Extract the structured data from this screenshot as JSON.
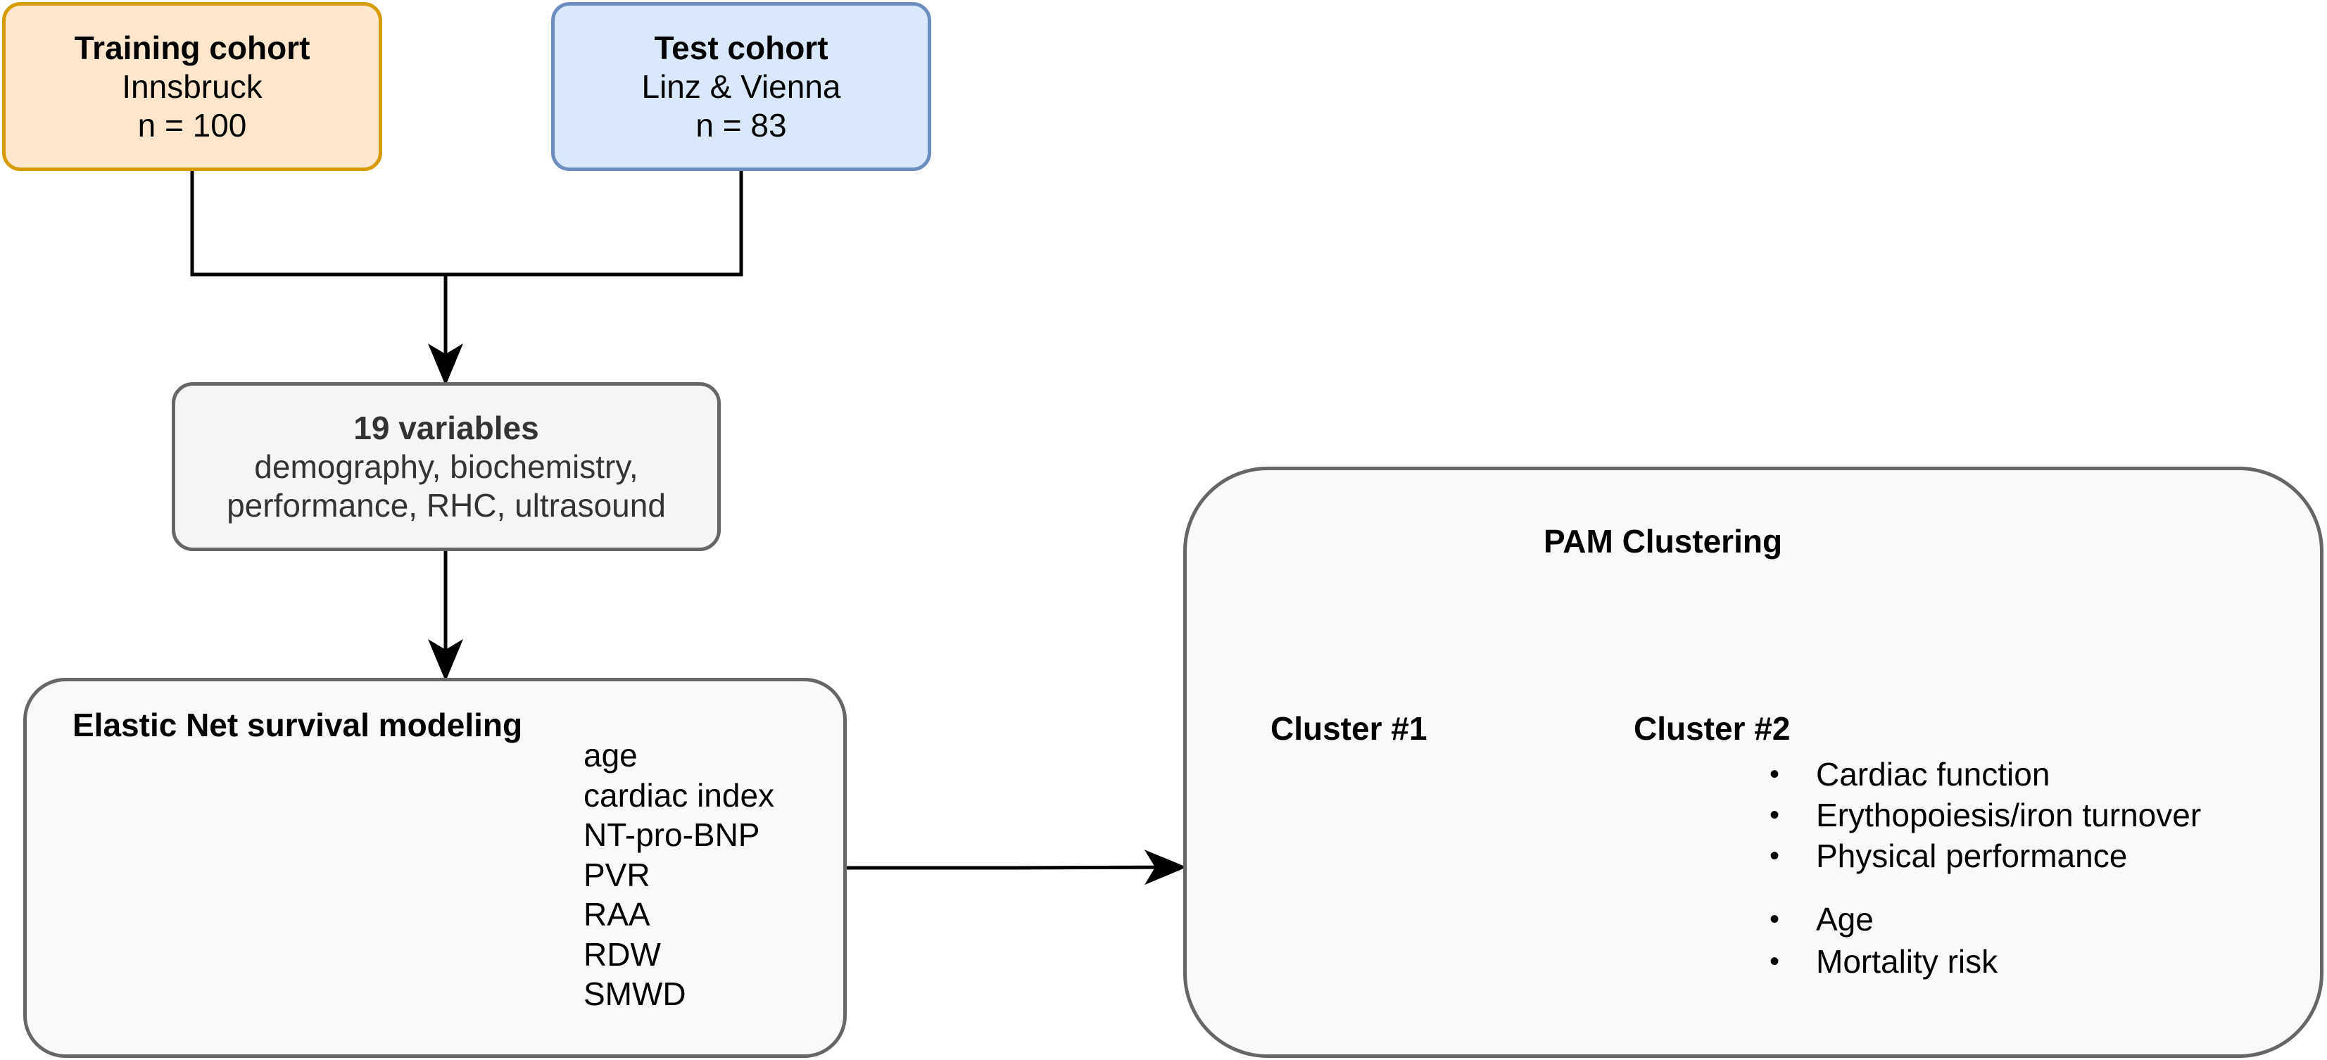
{
  "training_cohort": {
    "title": "Training cohort",
    "site": "Innsbruck",
    "n": "n = 100"
  },
  "test_cohort": {
    "title": "Test cohort",
    "site": "Linz & Vienna",
    "n": "n = 83"
  },
  "variables_box": {
    "title": "19 variables",
    "line1": "demography, biochemistry,",
    "line2": "performance, RHC, ultrasound"
  },
  "elastic_net": {
    "title": "Elastic Net survival modeling",
    "variables": [
      "age",
      "cardiac index",
      "NT-pro-BNP",
      "PVR",
      "RAA",
      "RDW",
      "SMWD"
    ]
  },
  "pam": {
    "title": "PAM Clustering",
    "cluster1_label": "Cluster #1",
    "cluster2_label": "Cluster #2",
    "decreasing_features": [
      "Cardiac function",
      "Erythopoiesis/iron turnover",
      "Physical performance"
    ],
    "increasing_features": [
      "Age",
      "Mortality risk"
    ]
  },
  "colors": {
    "training_fill": "#ffe6cc",
    "training_border": "#d79b00",
    "test_fill": "#dae8fc",
    "test_border": "#6c8ebf",
    "neutral_fill": "#f5f5f5",
    "panel_fill": "#f9f9f9",
    "panel_border": "#666666",
    "survival_curve": "#b85450",
    "cluster1_dots": "#006600",
    "cluster2_dots": "#cc0000",
    "wedge_blue": "#3399ff",
    "wedge_red": "#cc0000"
  },
  "icons": [
    "survival-step-curve-icon",
    "scatter-clusters-icon",
    "decreasing-wedge-icon",
    "increasing-wedge-icon"
  ]
}
